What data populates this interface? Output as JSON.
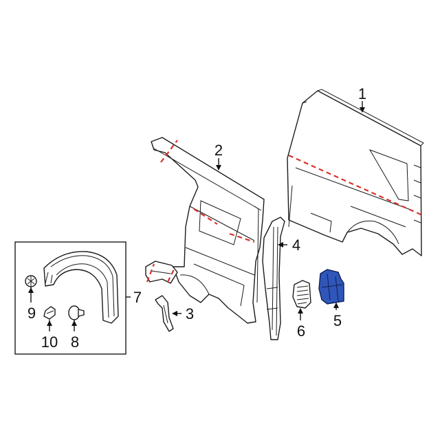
{
  "diagram": {
    "highlight_color": "#2f56b8",
    "cut_line_color": "#d9312b",
    "callouts": [
      {
        "id": "1",
        "label": "1"
      },
      {
        "id": "2",
        "label": "2"
      },
      {
        "id": "3",
        "label": "3"
      },
      {
        "id": "4",
        "label": "4"
      },
      {
        "id": "5",
        "label": "5"
      },
      {
        "id": "6",
        "label": "6"
      },
      {
        "id": "7",
        "label": "7"
      },
      {
        "id": "8",
        "label": "8"
      },
      {
        "id": "9",
        "label": "9"
      },
      {
        "id": "10",
        "label": "10"
      }
    ]
  }
}
